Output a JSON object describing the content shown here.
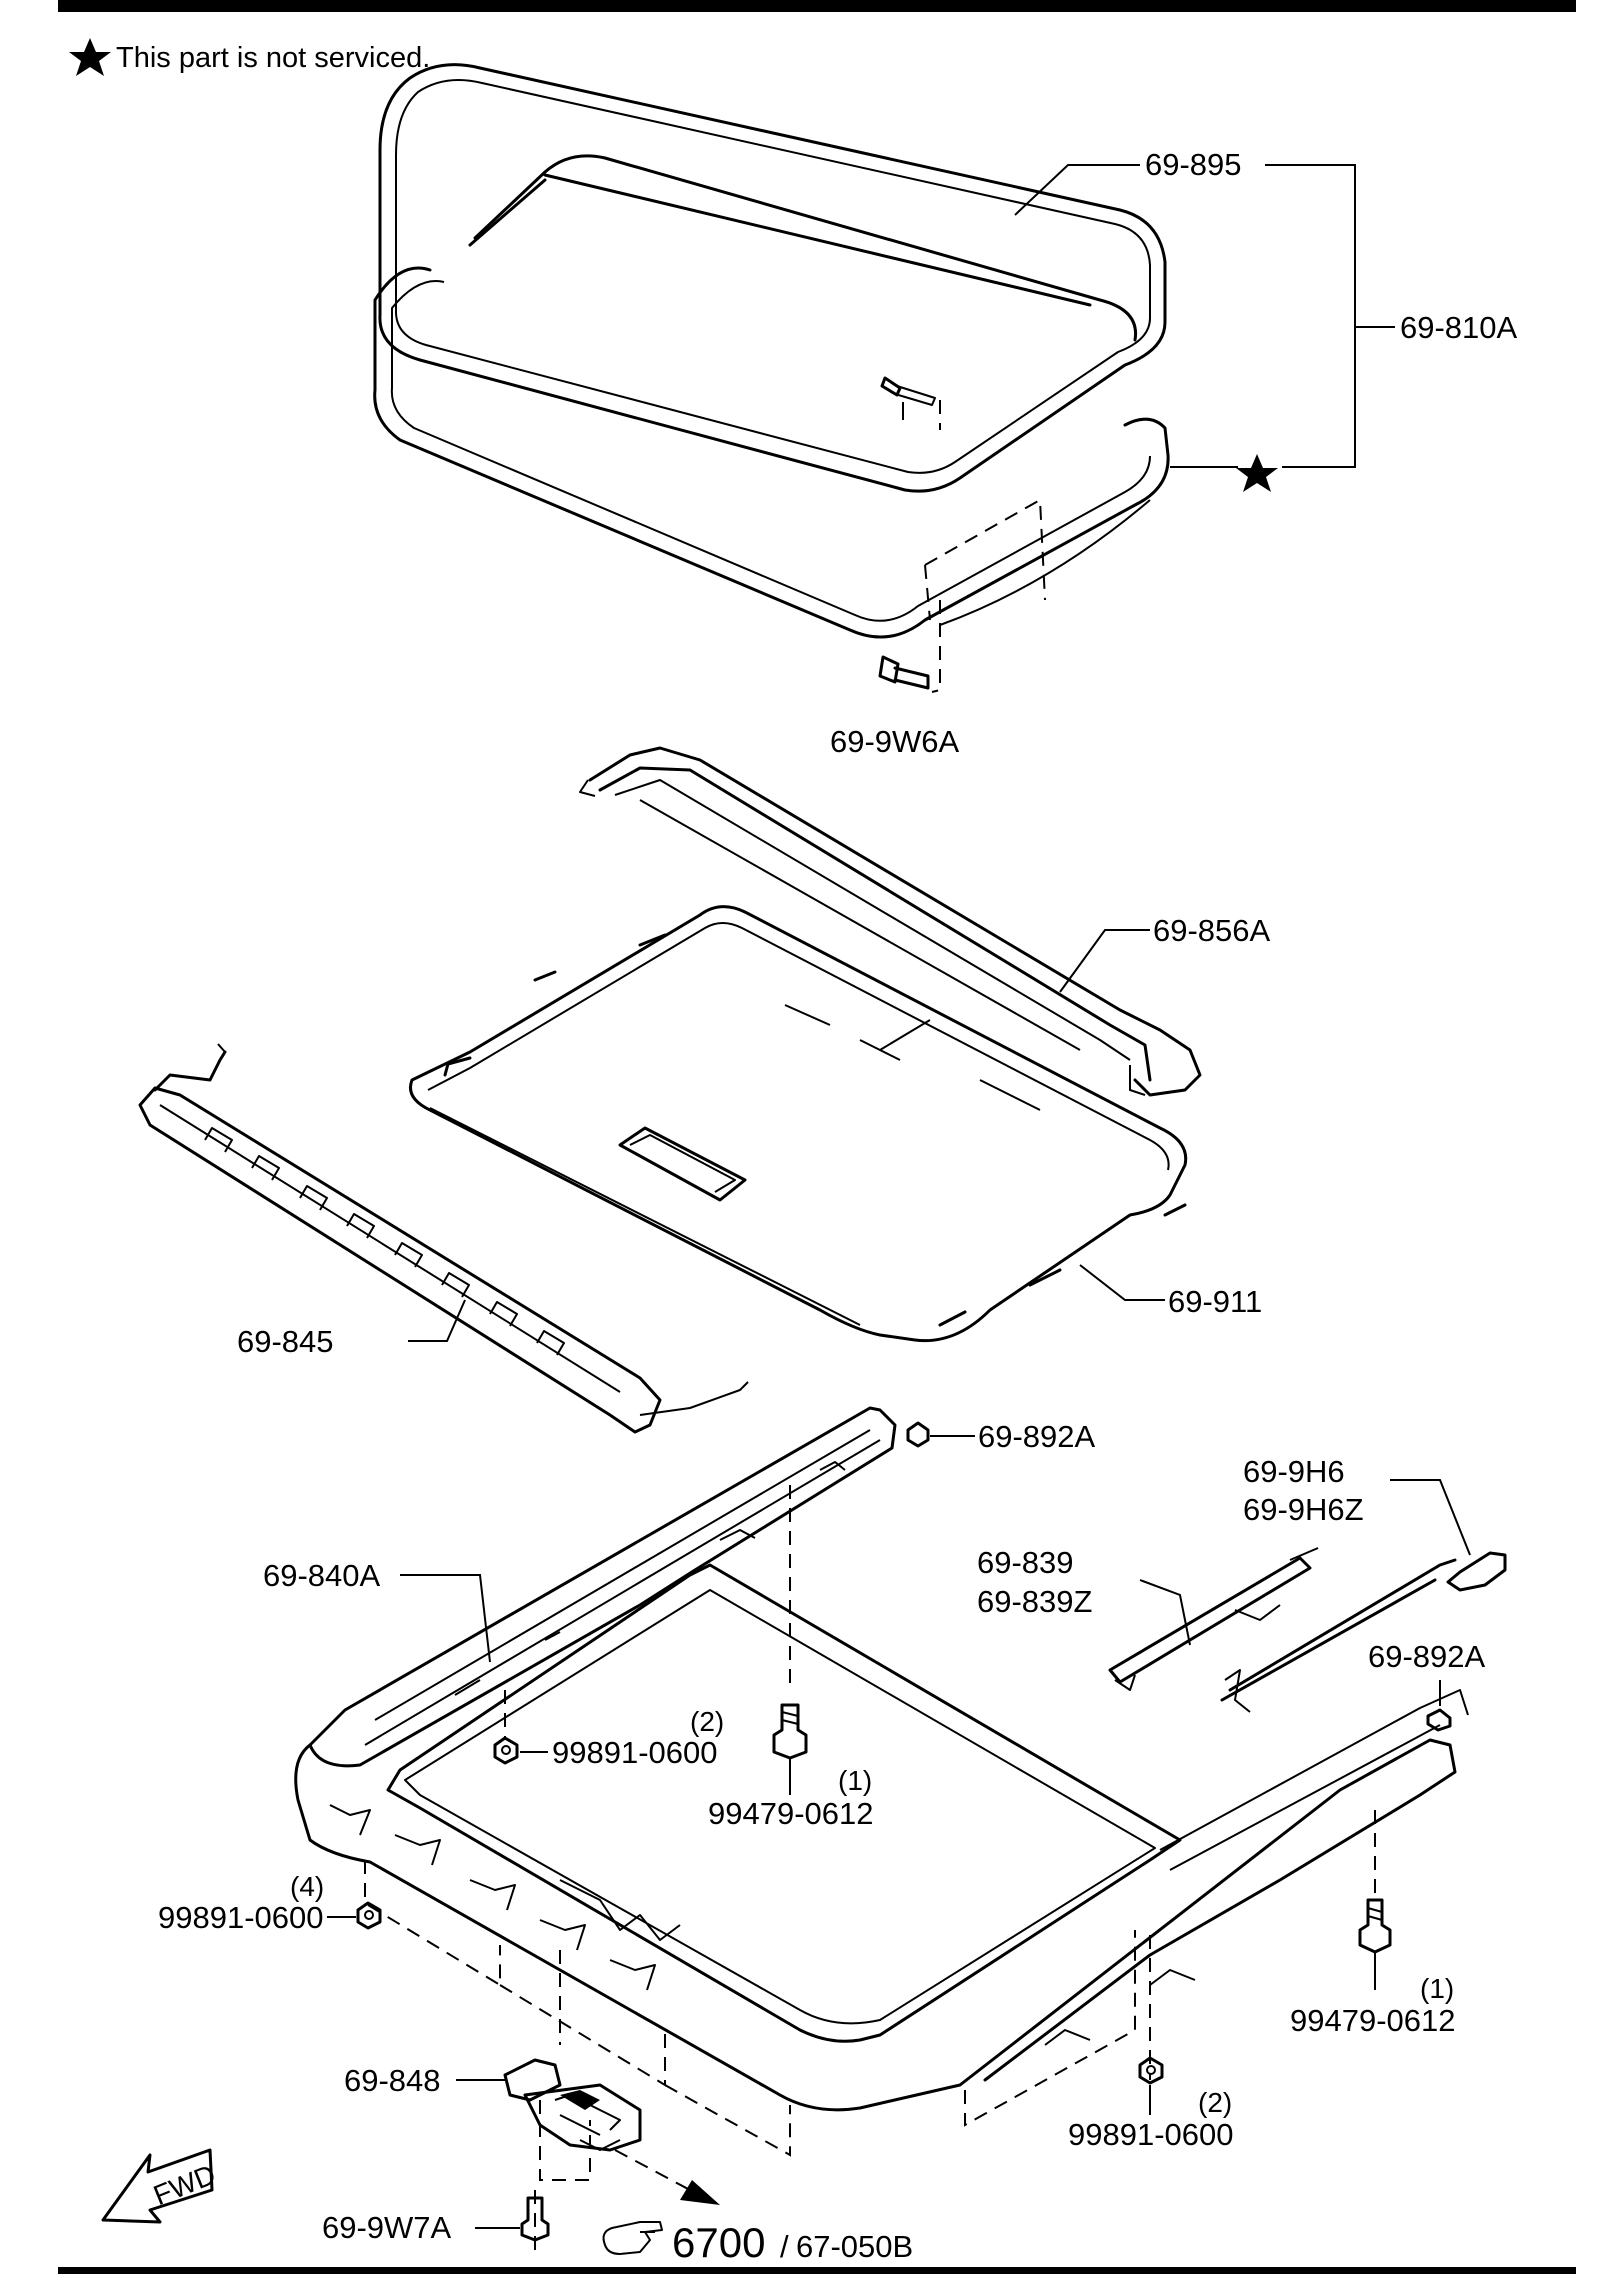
{
  "note": {
    "text": "This part is not serviced."
  },
  "parts": {
    "p_69_895": "69-895",
    "p_69_810A": "69-810A",
    "p_69_9W6A": "69-9W6A",
    "p_69_856A": "69-856A",
    "p_69_911": "69-911",
    "p_69_845": "69-845",
    "p_69_892A_top": "69-892A",
    "p_69_9H6": "69-9H6",
    "p_69_9H6Z": "69-9H6Z",
    "p_69_839": "69-839",
    "p_69_839Z": "69-839Z",
    "p_69_840A": "69-840A",
    "p_69_892A_right": "69-892A",
    "p_99891_0600_a": "99891-0600",
    "qty_99891_0600_a": "(2)",
    "p_99479_0612_a": "99479-0612",
    "qty_99479_0612_a": "(1)",
    "p_99891_0600_b": "99891-0600",
    "qty_99891_0600_b": "(4)",
    "p_99479_0612_b": "99479-0612",
    "qty_99479_0612_b": "(1)",
    "p_69_848": "69-848",
    "p_99891_0600_c": "99891-0600",
    "qty_99891_0600_c": "(2)",
    "p_69_9W7A": "69-9W7A"
  },
  "reference": {
    "main": "6700",
    "separator": "/",
    "sub": "67-050B"
  },
  "fwd_label": "FWD",
  "icons": {
    "star": "star-icon",
    "reference": "pointing-hand-icon",
    "forward": "forward-arrow-icon"
  }
}
